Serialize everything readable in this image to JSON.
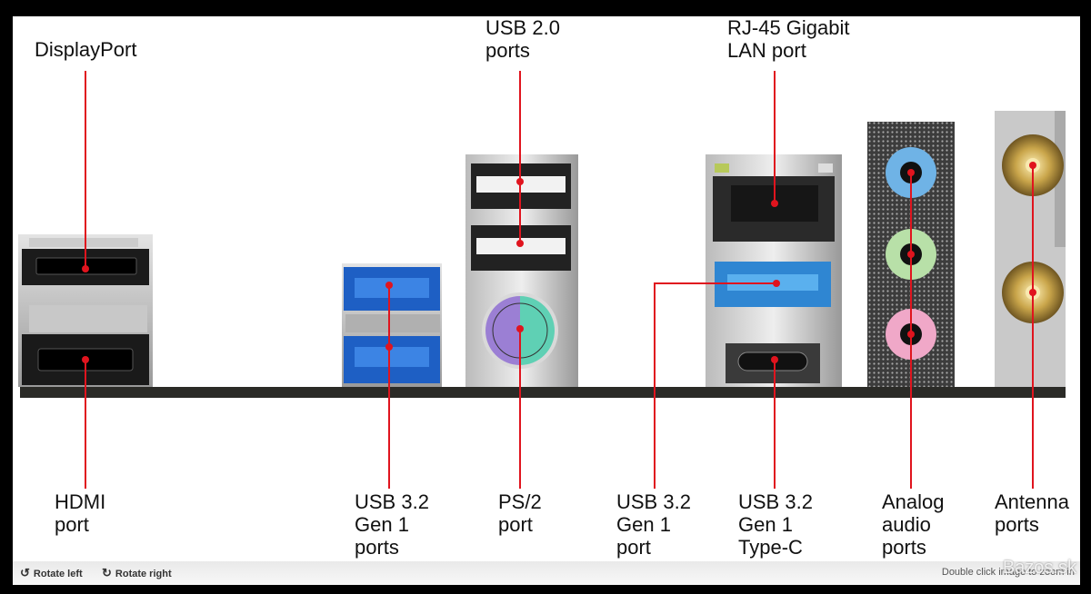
{
  "labels": {
    "displayport": "DisplayPort",
    "usb20": "USB 2.0\nports",
    "rj45": "RJ-45 Gigabit\nLAN port",
    "hdmi": "HDMI\nport",
    "usb32_gen1": "USB 3.2\nGen 1\nports",
    "ps2": "PS/2\nport",
    "usb32_gen1_single": "USB 3.2\nGen 1\nport",
    "usb32_typec": "USB 3.2\nGen 1\nType-C\nport",
    "analog_audio": "Analog\naudio\nports",
    "antenna": "Antenna\nports"
  },
  "toolbar": {
    "rotate_left": "Rotate left",
    "rotate_right": "Rotate right",
    "zoom_hint": "Double click image to zoom in"
  },
  "watermark": "Bazos.sk",
  "colors": {
    "leader_line": "#e0141e",
    "usb3_blue": "#2a6fd6",
    "usb3_light_blue": "#4aa6e8",
    "audio_blue": "#6fb3e6",
    "audio_green": "#b8e0a8",
    "audio_pink": "#f0a8c8",
    "ps2_purple": "#9b7fd4",
    "ps2_green": "#5fd0b4",
    "antenna_gold": "#c9a54a"
  }
}
